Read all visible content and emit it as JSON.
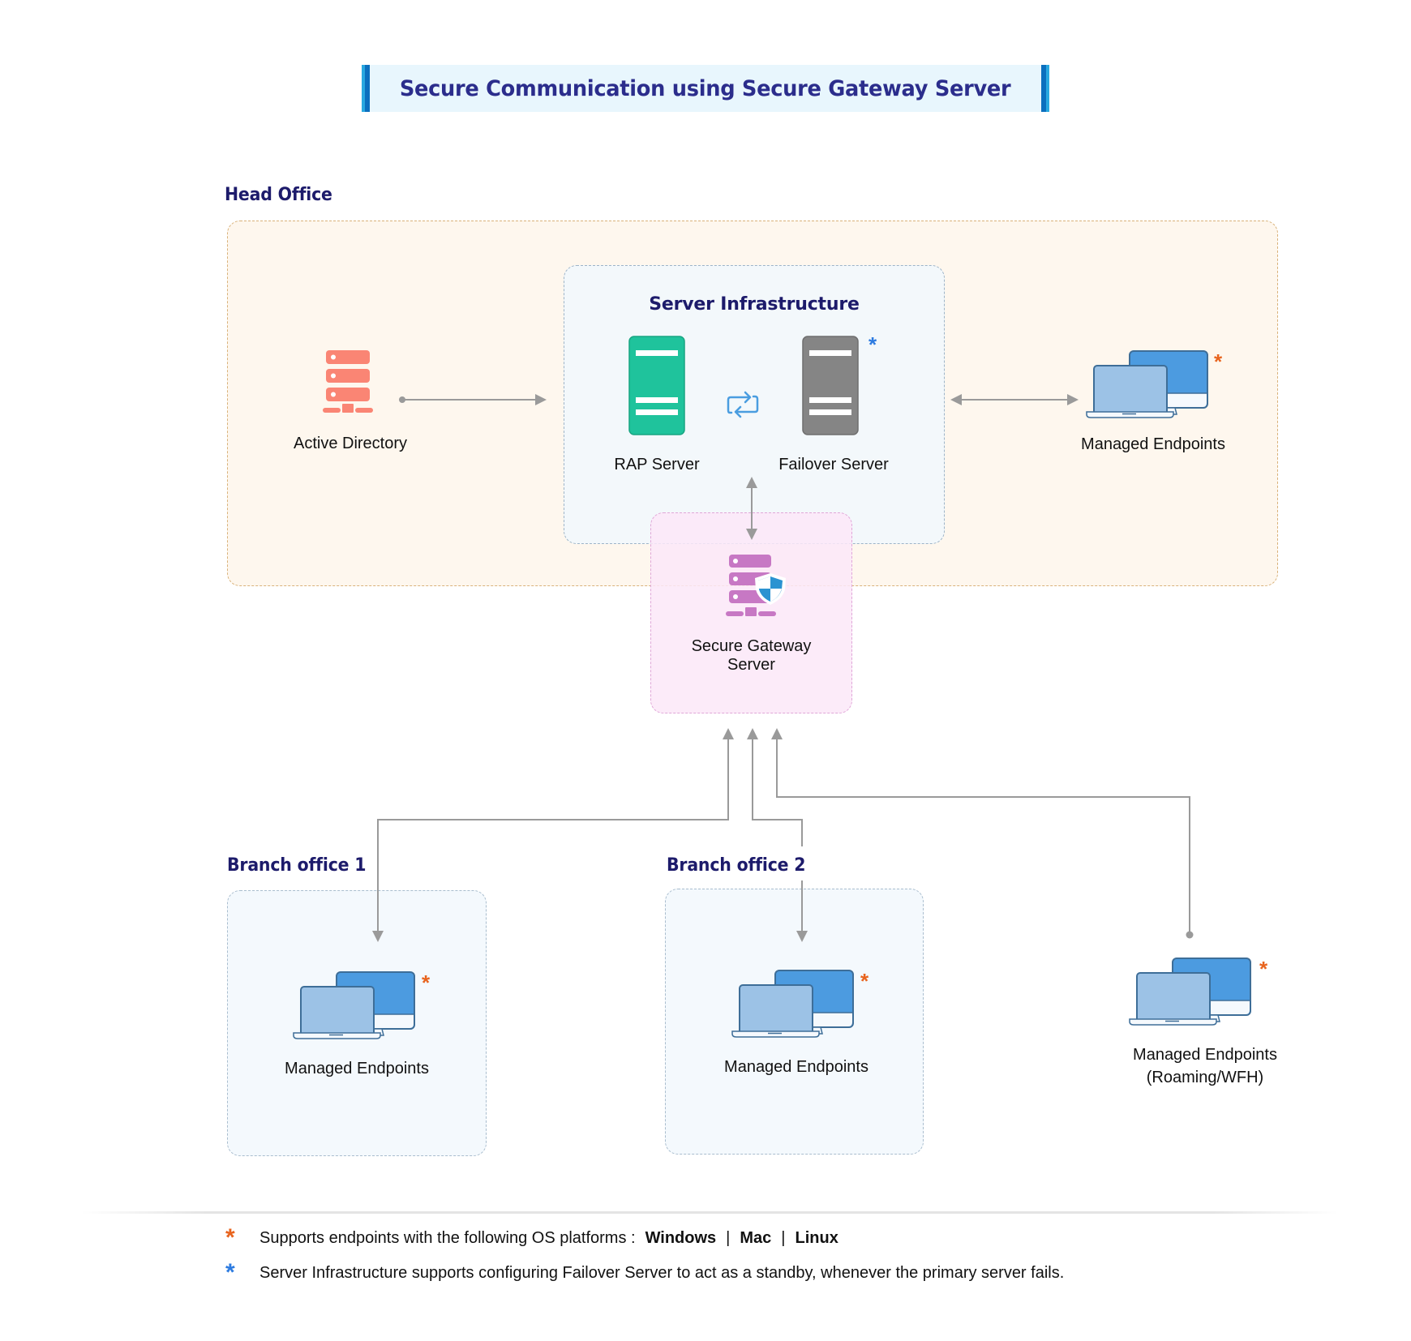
{
  "title": "Secure Communication using Secure Gateway Server",
  "head_office": {
    "label": "Head Office",
    "active_directory": {
      "label": "Active Directory",
      "icon": "server-rack-icon",
      "color": "#FA8574"
    },
    "server_infrastructure": {
      "label": "Server Infrastructure",
      "rap_server": {
        "label": "RAP Server",
        "icon": "server-tower-icon",
        "color": "#1FC39C"
      },
      "failover_server": {
        "label": "Failover Server",
        "icon": "server-tower-icon",
        "color": "#858585",
        "marker": "*"
      },
      "sync_icon": "sync-arrows-icon"
    },
    "managed_endpoints": {
      "label": "Managed Endpoints",
      "marker": "*"
    }
  },
  "secure_gateway": {
    "label_line1": "Secure Gateway",
    "label_line2": "Server",
    "icon": "secure-server-shield-icon",
    "color": "#C778C4"
  },
  "branch_offices": [
    {
      "label": "Branch office 1",
      "endpoints_label": "Managed Endpoints",
      "marker": "*"
    },
    {
      "label": "Branch office 2",
      "endpoints_label": "Managed Endpoints",
      "marker": "*"
    }
  ],
  "roaming": {
    "label_line1": "Managed Endpoints",
    "label_line2": "(Roaming/WFH)",
    "marker": "*"
  },
  "legend": [
    {
      "marker": "*",
      "color": "#E8641E",
      "text": "Supports endpoints with the following OS platforms :",
      "platforms": [
        "Windows",
        "Mac",
        "Linux"
      ],
      "separator": "|"
    },
    {
      "marker": "*",
      "color": "#2D7BE0",
      "text": "Server Infrastructure supports configuring Failover Server to act as a standby, whenever the primary server fails."
    }
  ],
  "colors": {
    "title_text": "#2B2D8C",
    "section_title": "#1D1B6B",
    "connector": "#9A9A9A",
    "endpoint_marker": "#E8641E",
    "failover_marker": "#2D7BE0"
  }
}
